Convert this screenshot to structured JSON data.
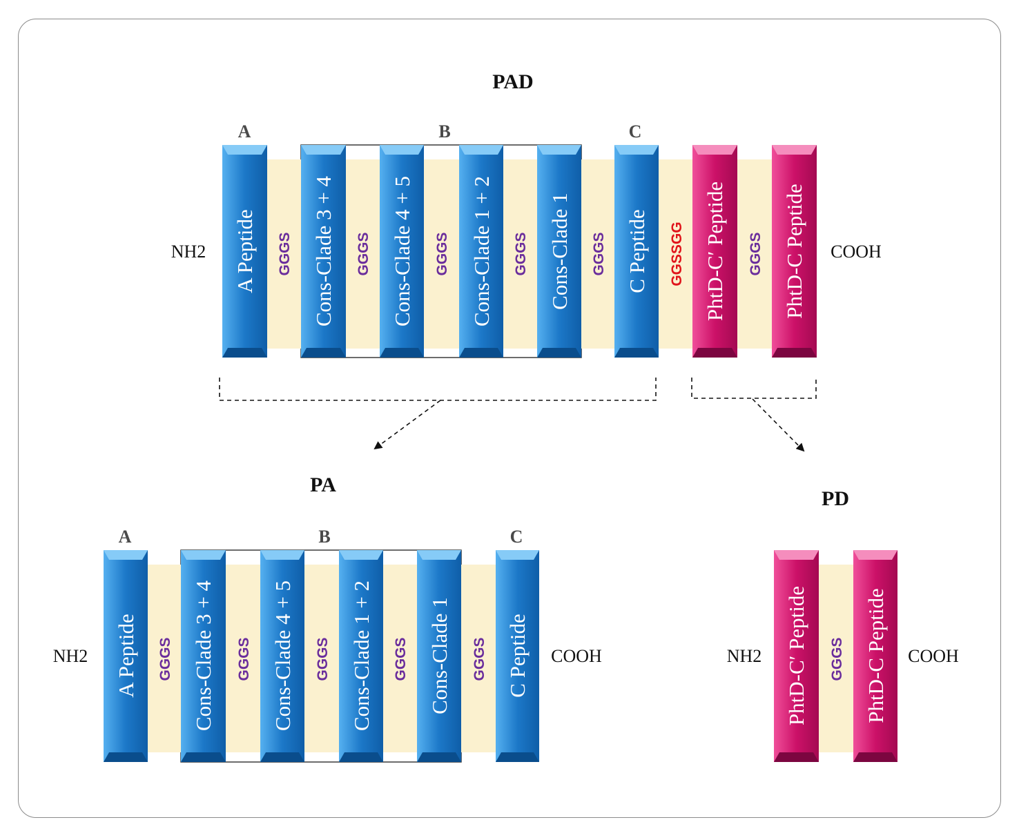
{
  "colors": {
    "blue_block": "#1f7fd0",
    "magenta_block": "#d0176e",
    "linker_band": "#fbf1cf",
    "linker_text": "#6a2d9c",
    "special_linker_text": "#e0141b"
  },
  "constructs": {
    "pad": {
      "title": "PAD",
      "n_terminus": "NH2",
      "c_terminus": "COOH",
      "group_labels": [
        "A",
        "B",
        "C"
      ],
      "blocks": [
        "A Peptide",
        "Cons-Clade 3 + 4",
        "Cons-Clade 4 + 5",
        "Cons-Clade 1 + 2",
        "Cons-Clade 1",
        "C Peptide",
        "PhtD-C′ Peptide",
        "PhtD-C Peptide"
      ],
      "linkers": [
        "GGGS",
        "GGGS",
        "GGGS",
        "GGGS",
        "GGGS",
        "GGSSGG",
        "GGGS"
      ]
    },
    "pa": {
      "title": "PA",
      "n_terminus": "NH2",
      "c_terminus": "COOH",
      "group_labels": [
        "A",
        "B",
        "C"
      ],
      "blocks": [
        "A Peptide",
        "Cons-Clade 3 + 4",
        "Cons-Clade 4 + 5",
        "Cons-Clade 1 + 2",
        "Cons-Clade 1",
        "C Peptide"
      ],
      "linkers": [
        "GGGS",
        "GGGS",
        "GGGS",
        "GGGS",
        "GGGS"
      ]
    },
    "pd": {
      "title": "PD",
      "n_terminus": "NH2",
      "c_terminus": "COOH",
      "blocks": [
        "PhtD-C′ Peptide",
        "PhtD-C Peptide"
      ],
      "linkers": [
        "GGGS"
      ]
    }
  }
}
